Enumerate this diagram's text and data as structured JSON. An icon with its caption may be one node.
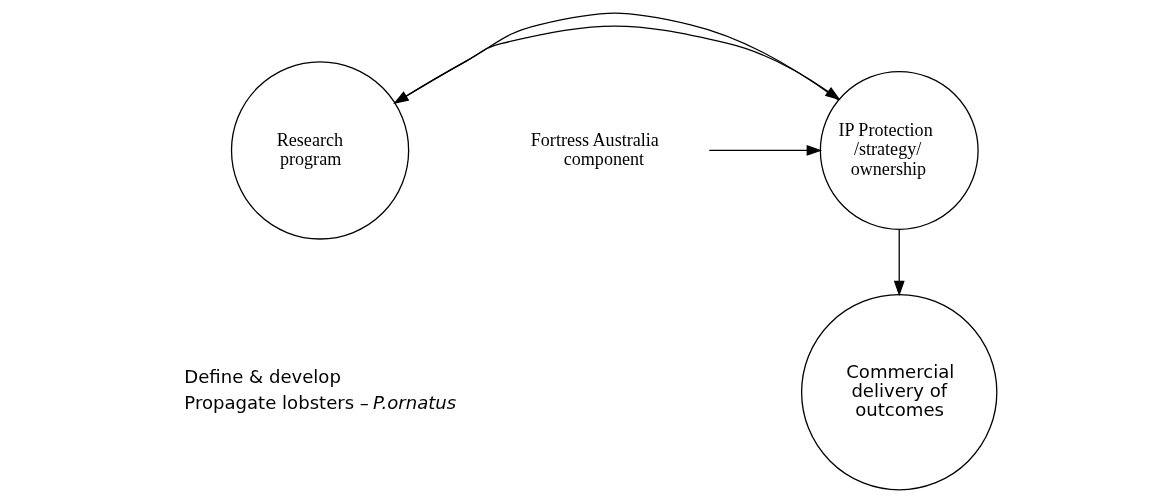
{
  "diagram": {
    "nodes": [
      {
        "text": [
          "Research program"
        ],
        "beside": [
          "Define & develop",
          "Propagate lobsters – *P.ornatus*"
        ]
      },
      {
        "text": [
          "IP Protection /strategy/ ownership"
        ]
      },
      {
        "text": [
          "Commercial delivery of outcomes"
        ]
      },
      {
        "text": [
          "Fortress Australia component"
        ]
      }
    ],
    "edges": [
      {
        "from": 0,
        "to": 1,
        "arrow": "to"
      },
      {
        "from": 1,
        "to": 0,
        "arrow": "to"
      },
      {
        "from": 1,
        "to": 2,
        "arrow": "to"
      },
      {
        "from": 3,
        "to": 1,
        "arrow": "to"
      }
    ]
  }
}
